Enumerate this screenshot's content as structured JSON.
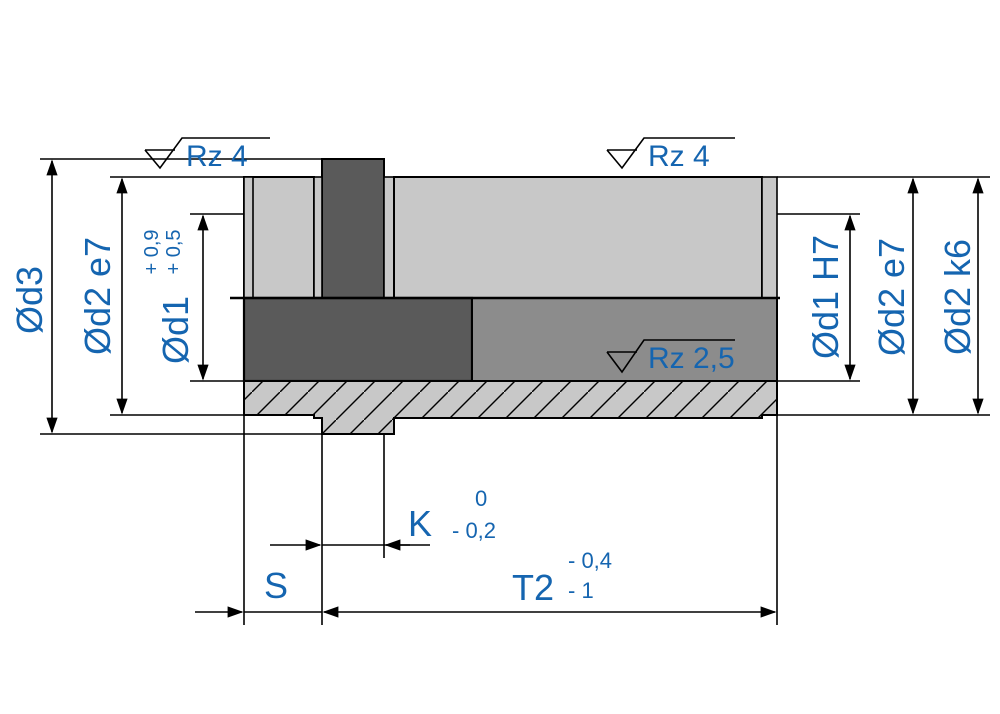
{
  "labels": {
    "d3": "Ød3",
    "d2_e7_left": "Ød2 e7",
    "d1_left": "Ød1",
    "d1_tol_upper": "+ 0,9",
    "d1_tol_lower": "+ 0,5",
    "d1_h7": "Ød1 H7",
    "d2_e7_right": "Ød2 e7",
    "d2_k6": "Ød2 k6",
    "k": "K",
    "k_tol_upper": "0",
    "k_tol_lower": "- 0,2",
    "s": "S",
    "t2": "T2",
    "t2_tol_upper": "- 0,4",
    "t2_tol_lower": "- 1"
  },
  "roughness": {
    "left_top": "Rz 4",
    "right_top": "Rz 4",
    "inner": "Rz 2,5"
  },
  "colors": {
    "label": "#1565b0",
    "light_gray": "#c8c8c8",
    "medium_gray": "#8c8c8c",
    "dark_gray": "#5a5a5a",
    "hatch_bg": "#c8c8c8"
  }
}
